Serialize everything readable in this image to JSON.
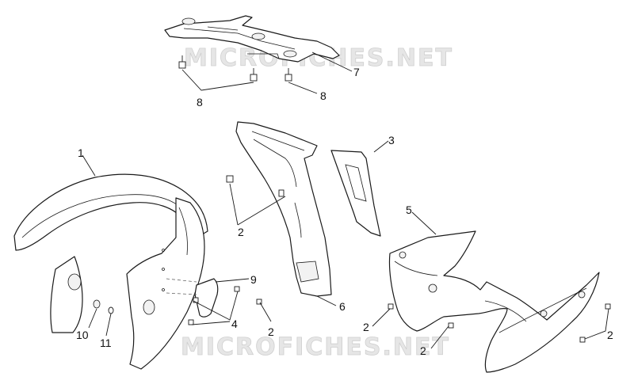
{
  "watermark": "MICROFICHES.NET",
  "callouts": {
    "c1": "1",
    "c2a": "2",
    "c2b": "2",
    "c2c": "2",
    "c2d": "2",
    "c2e": "2",
    "c3": "3",
    "c4": "4",
    "c5": "5",
    "c6": "6",
    "c7": "7",
    "c8a": "8",
    "c8b": "8",
    "c9": "9",
    "c10": "10",
    "c11": "11"
  },
  "colors": {
    "line": "#1a1a1a",
    "watermark": "#e6e6e6"
  }
}
